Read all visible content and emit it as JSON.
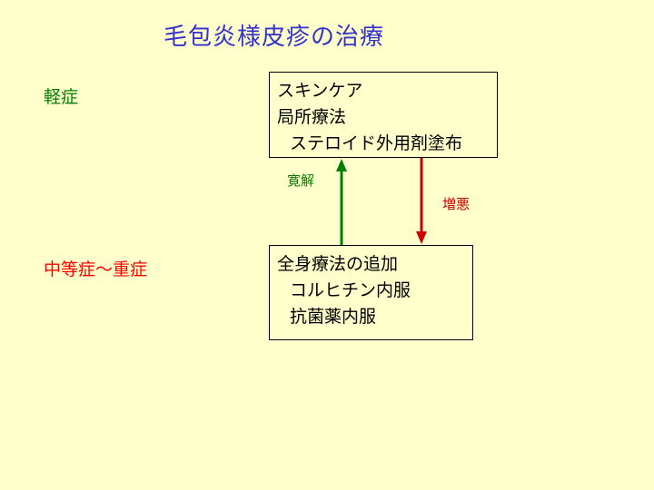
{
  "title": "毛包炎様皮疹の治療",
  "levels": {
    "mild": "軽症",
    "severe": "中等症～重症"
  },
  "mild_treatment": {
    "lines": [
      "スキンケア",
      "局所療法",
      "ステロイド外用剤塗布"
    ]
  },
  "severe_treatment": {
    "lines": [
      "全身療法の追加",
      "コルヒチン内服",
      "抗菌薬内服"
    ]
  },
  "transitions": {
    "remission": "寛解",
    "worsening": "増悪"
  },
  "colors": {
    "background": "#FFFFCC",
    "title": "#3333CC",
    "mild": "#008000",
    "severe": "#FF0000",
    "remission_arrow": "#008000",
    "worsening_arrow": "#CC0000"
  }
}
